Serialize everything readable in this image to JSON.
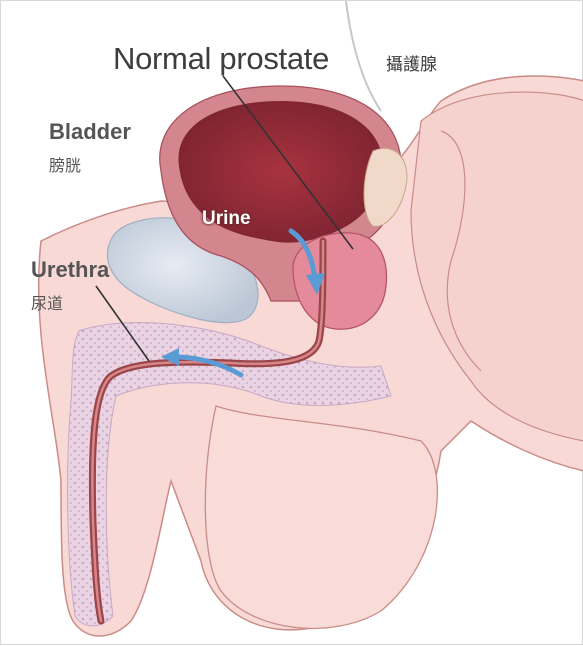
{
  "labels": {
    "title": "Normal prostate",
    "title_zh": "攝護腺",
    "bladder": "Bladder",
    "bladder_zh": "膀胱",
    "urine": "Urine",
    "urethra": "Urethra",
    "urethra_zh": "尿道"
  },
  "colors": {
    "skin": "#f8d9d6",
    "skin_outline": "#c98c87",
    "bladder_wall": "#d4868f",
    "bladder_interior": "#8e2a35",
    "prostate": "#e58a9b",
    "urethra": "#9a4547",
    "flow_arrow": "#5b9bd5",
    "bone": "#cfd8e4",
    "label_text": "#3d3d3d"
  }
}
